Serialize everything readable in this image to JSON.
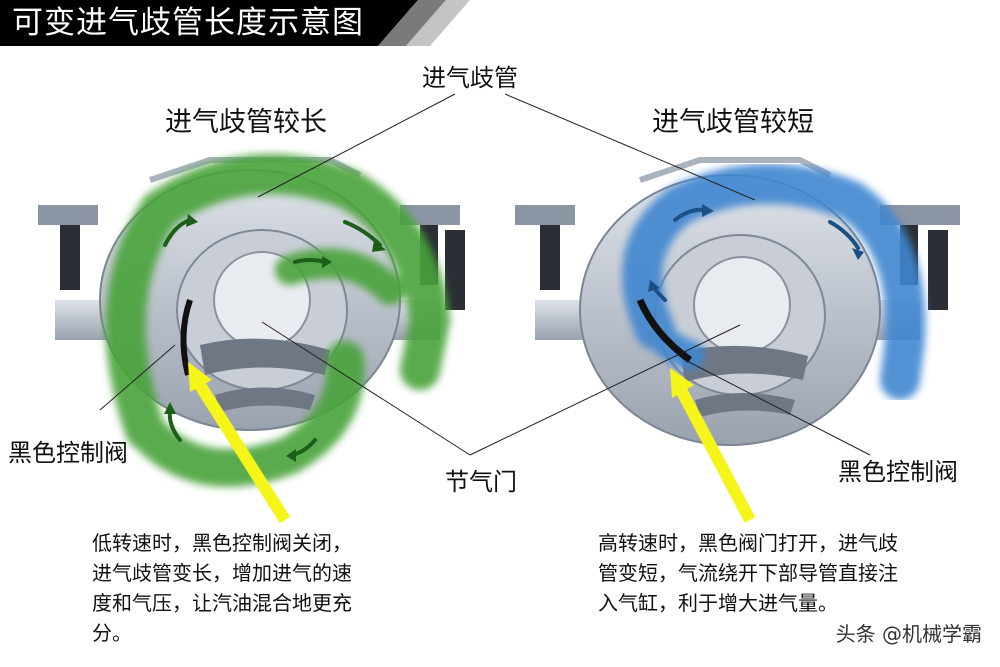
{
  "header": {
    "title": "可变进气歧管长度示意图",
    "background_color": "#000000",
    "stripe_colors": [
      "#7a7a7a",
      "#c4c4c4"
    ]
  },
  "labels": {
    "intake_manifold": "进气歧管",
    "long_manifold_title": "进气歧管较长",
    "short_manifold_title": "进气歧管较短",
    "control_valve_left": "黑色控制阀",
    "control_valve_right": "黑色控制阀",
    "throttle": "节气门"
  },
  "descriptions": {
    "low_speed": [
      "低转速时，黑色控制阀关闭，",
      "进气歧管变长，增加进气的速",
      "度和气压，让汽油混合地更充",
      "分。"
    ],
    "high_speed": [
      "高转速时，黑色阀门打开，进气歧",
      "管变短，气流绕开下部导管直接注",
      "入气缸，利于增大进气量。"
    ]
  },
  "watermark": "头条 @机械学霸",
  "colors": {
    "long_path": "#4aa33a",
    "short_path": "#3f86d0",
    "pointer_arrow": "#f5f51a",
    "housing": "#a9b0bb"
  }
}
